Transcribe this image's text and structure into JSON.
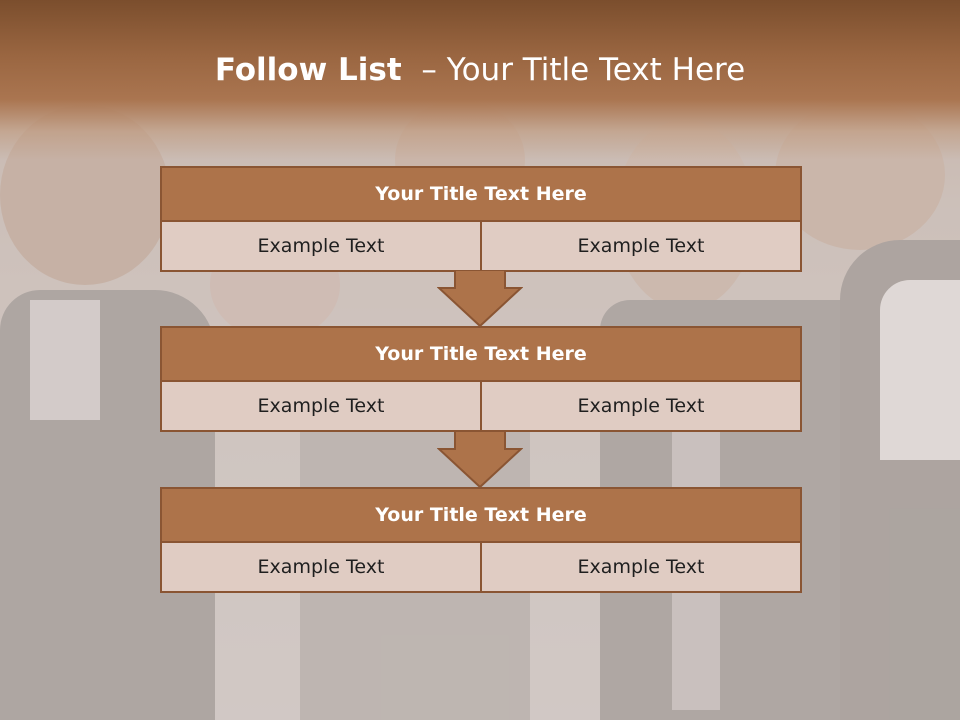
{
  "slide": {
    "title_bold": "Follow List",
    "title_rest": "– Your Title Text Here"
  },
  "steps": [
    {
      "title": "Your Title Text Here",
      "left": "Example Text",
      "right": "Example Text"
    },
    {
      "title": "Your Title Text Here",
      "left": "Example Text",
      "right": "Example Text"
    },
    {
      "title": "Your Title Text Here",
      "left": "Example Text",
      "right": "Example Text"
    }
  ],
  "colors": {
    "header": "#a06a44",
    "box_fill": "#ad734a",
    "box_border": "#8a5533",
    "cell_fill": "#e0ccc3",
    "title_text": "#ffffff"
  }
}
